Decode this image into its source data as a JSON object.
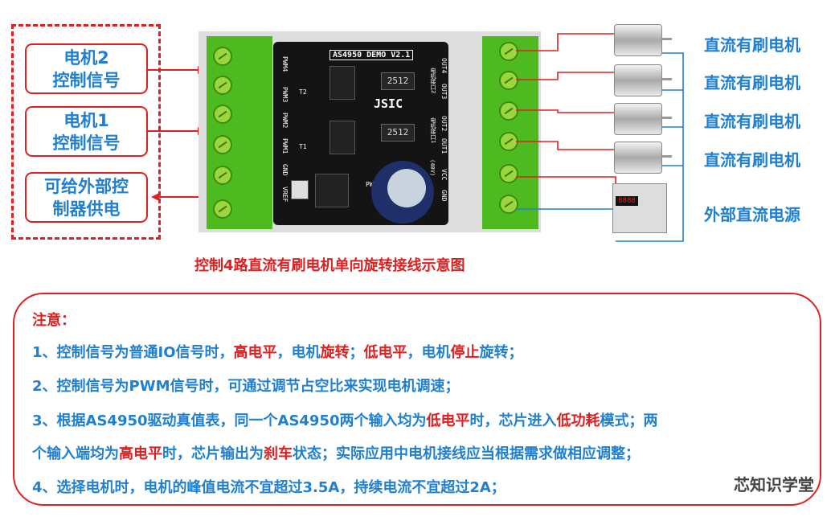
{
  "left_labels": [
    {
      "line1": "电机2",
      "line2": "控制信号"
    },
    {
      "line1": "电机1",
      "line2": "控制信号"
    },
    {
      "line1": "可给外部控",
      "line2": "制器供电"
    }
  ],
  "board": {
    "title": "AS4950 DEMO V2.1",
    "brand": "JSIC",
    "resistor_label": "2512",
    "left_pins": [
      "PWM4",
      "PWM3",
      "PWM2",
      "PWM1",
      "GND",
      "VREF"
    ],
    "right_pins": [
      "OUT4",
      "OUT3",
      "OUT2",
      "OUT1",
      "VCC",
      "GND"
    ],
    "right_side_marks": [
      "电机接口2",
      "电机接口1",
      "(40V)"
    ],
    "t_marks": [
      "T2",
      "T1"
    ],
    "pwr_mark": "PWR"
  },
  "right_labels": [
    "直流有刷电机",
    "直流有刷电机",
    "直流有刷电机",
    "直流有刷电机",
    "外部直流电源"
  ],
  "psu_display": "8888",
  "caption": "控制4路直流有刷电机单向旋转接线示意图",
  "notes": {
    "title": "注意：",
    "line1": [
      {
        "t": "1、控制信号为普通IO信号时，",
        "red": false
      },
      {
        "t": "高电平",
        "red": true
      },
      {
        "t": "，电机",
        "red": false
      },
      {
        "t": "旋转",
        "red": true
      },
      {
        "t": "；",
        "red": false
      },
      {
        "t": "低电平",
        "red": true
      },
      {
        "t": "，电机",
        "red": false
      },
      {
        "t": "停止",
        "red": true
      },
      {
        "t": "旋转；",
        "red": false
      }
    ],
    "line2": "2、控制信号为PWM信号时，可通过调节占空比来实现电机调速；",
    "line3": [
      {
        "t": "3、根据AS4950驱动真值表，同一个AS4950两个输入均为",
        "red": false
      },
      {
        "t": "低电平",
        "red": true
      },
      {
        "t": "时，芯片进入",
        "red": false
      },
      {
        "t": "低功耗",
        "red": true
      },
      {
        "t": "模式；两",
        "red": false
      }
    ],
    "line4": [
      {
        "t": "个输入端均为",
        "red": false
      },
      {
        "t": "高电平",
        "red": true
      },
      {
        "t": "时，芯片输出为",
        "red": false
      },
      {
        "t": "刹车",
        "red": true
      },
      {
        "t": "状态；实际应用中电机接线应当根据需求做相应调整；",
        "red": false
      }
    ],
    "line5": "4、选择电机时，电机的峰值电流不宜超过3.5A，持续电流不宜超过2A；"
  },
  "watermark": "芯知识学堂"
}
